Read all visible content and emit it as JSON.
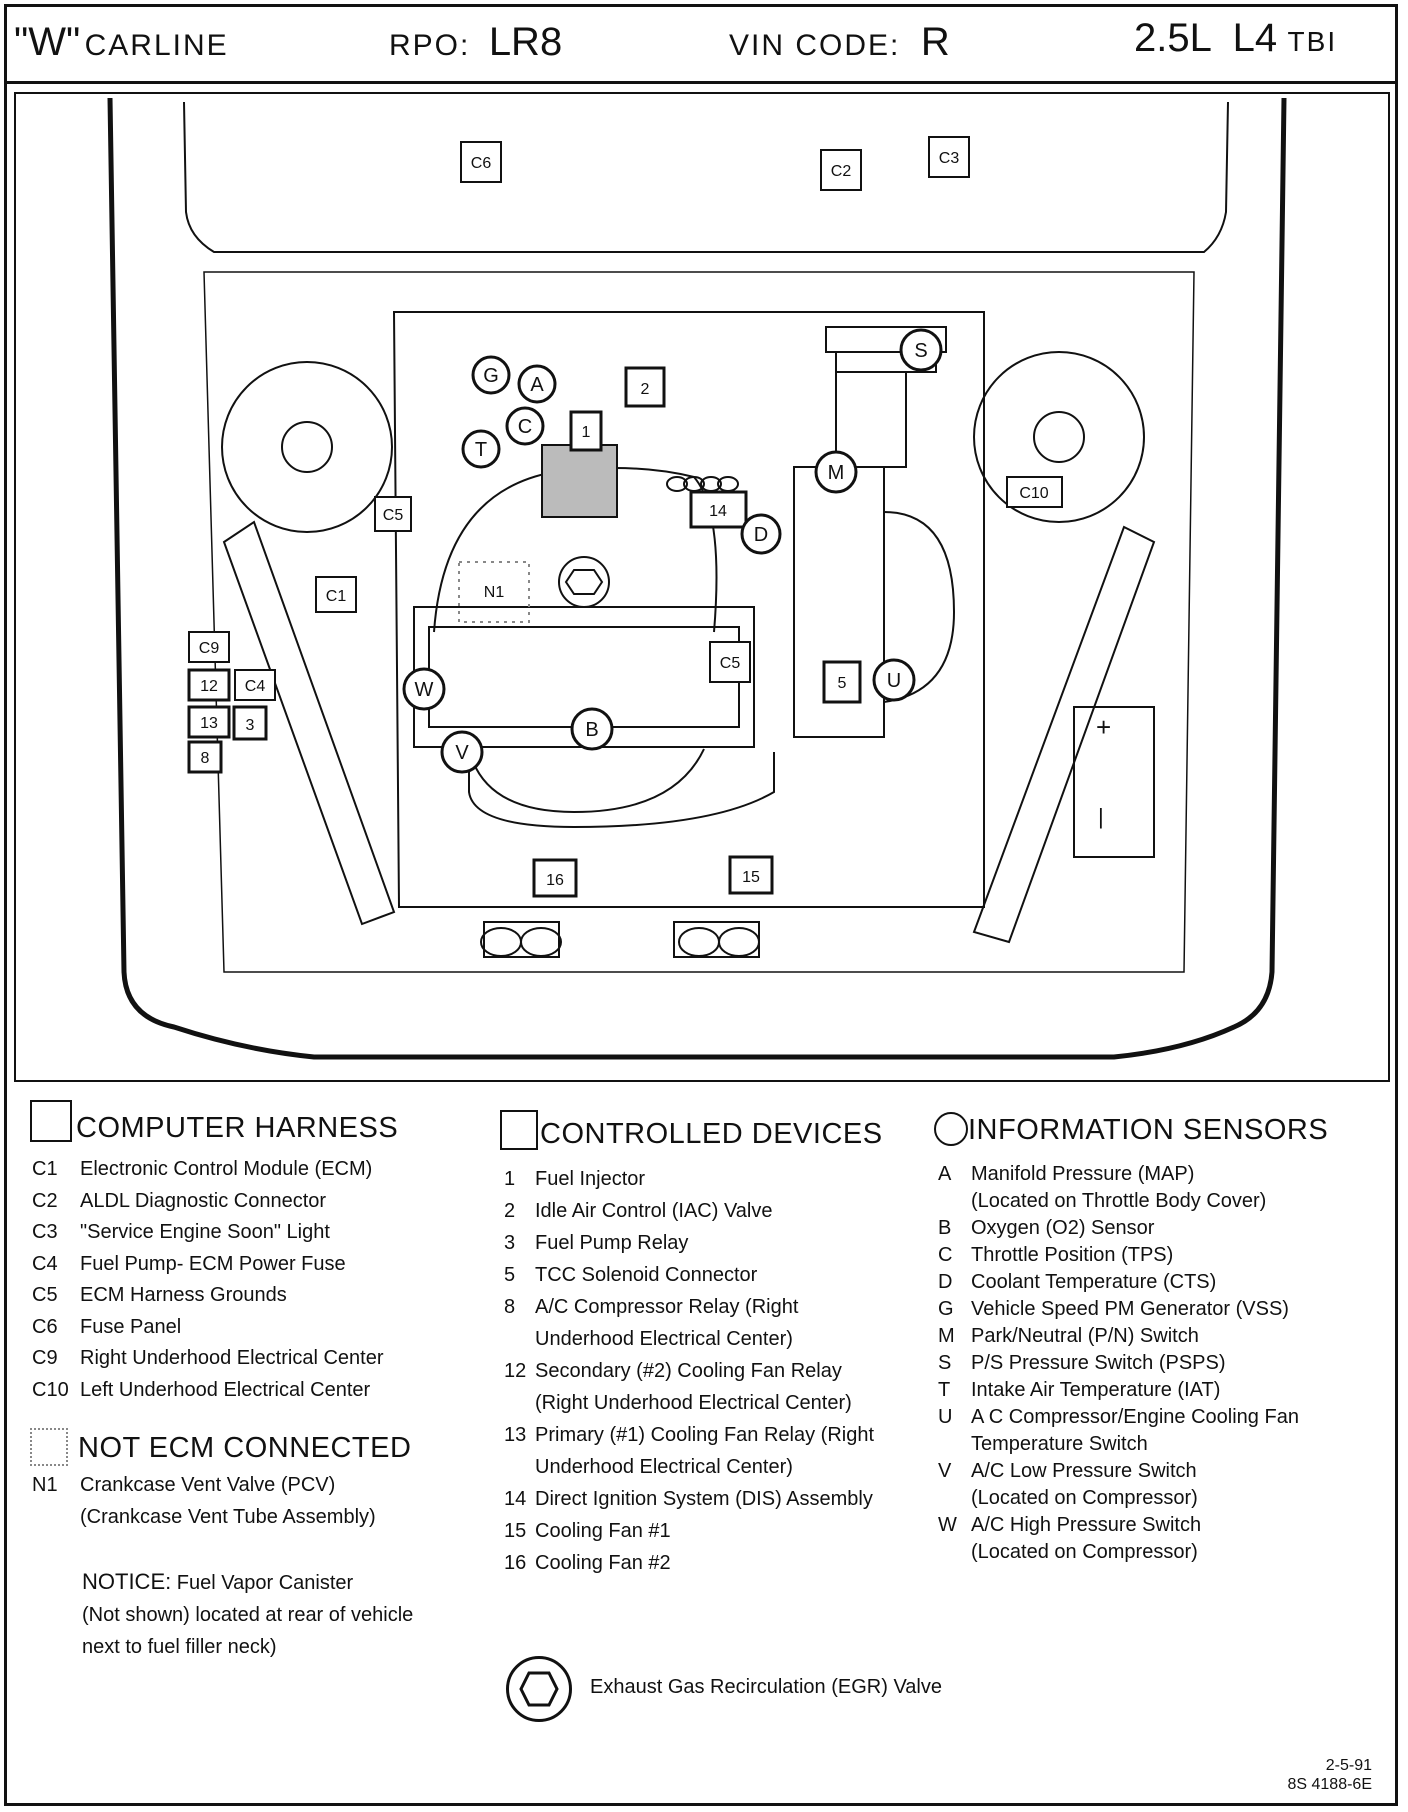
{
  "header": {
    "carline_prefix": "\"W\"",
    "carline_label": "CARLINE",
    "rpo_label": "RPO:",
    "rpo_value": "LR8",
    "vin_label": "VIN CODE:",
    "vin_value": "R",
    "engine_main": "2.5L  L4",
    "engine_suffix": "TBI"
  },
  "diagram_labels": {
    "c1": "C1",
    "c2": "C2",
    "c3": "C3",
    "c4": "C4",
    "c5a": "C5",
    "c5b": "C5",
    "c6": "C6",
    "c9": "C9",
    "c10": "C10",
    "n1": "N1",
    "d1": "1",
    "d2": "2",
    "d3": "3",
    "d5": "5",
    "d8": "8",
    "d12": "12",
    "d13": "13",
    "d14": "14",
    "d15": "15",
    "d16": "16",
    "sA": "A",
    "sB": "B",
    "sC": "C",
    "sD": "D",
    "sG": "G",
    "sM": "M",
    "sS": "S",
    "sT": "T",
    "sU": "U",
    "sV": "V",
    "sW": "W",
    "battery_plus": "+",
    "battery_minus": "|"
  },
  "legend": {
    "computer_harness": {
      "title": "COMPUTER HARNESS",
      "items": [
        {
          "code": "C1",
          "text": "Electronic Control Module (ECM)"
        },
        {
          "code": "C2",
          "text": "ALDL Diagnostic Connector"
        },
        {
          "code": "C3",
          "text": "\"Service Engine Soon\" Light"
        },
        {
          "code": "C4",
          "text": "Fuel Pump- ECM Power Fuse"
        },
        {
          "code": "C5",
          "text": "ECM Harness Grounds"
        },
        {
          "code": "C6",
          "text": "Fuse Panel"
        },
        {
          "code": "C9",
          "text": "Right Underhood  Electrical Center"
        },
        {
          "code": "C10",
          "text": "Left Underhood Electrical Center"
        }
      ]
    },
    "not_ecm": {
      "title": "NOT ECM CONNECTED",
      "items": [
        {
          "code": "N1",
          "text": "Crankcase Vent Valve (PCV)"
        },
        {
          "code": "",
          "text": "(Crankcase Vent Tube Assembly)"
        }
      ]
    },
    "notice": {
      "label": "NOTICE:",
      "line1": "Fuel Vapor Canister",
      "line2": "(Not shown) located at rear of vehicle",
      "line3": "next to fuel filler neck)"
    },
    "controlled_devices": {
      "title": "CONTROLLED DEVICES",
      "items": [
        {
          "code": "1",
          "text": "Fuel Injector"
        },
        {
          "code": "2",
          "text": "Idle Air Control (IAC) Valve"
        },
        {
          "code": "3",
          "text": "Fuel Pump Relay"
        },
        {
          "code": "5",
          "text": "TCC Solenoid Connector"
        },
        {
          "code": "8",
          "text": "A/C Compressor Relay (Right"
        },
        {
          "code": "",
          "text": "Underhood Electrical Center)"
        },
        {
          "code": "12",
          "text": "Secondary (#2) Cooling Fan Relay"
        },
        {
          "code": "",
          "text": "(Right  Underhood Electrical Center)"
        },
        {
          "code": "13",
          "text": "Primary (#1) Cooling Fan Relay (Right"
        },
        {
          "code": "",
          "text": "Underhood Electrical Center)"
        },
        {
          "code": "14",
          "text": "Direct Ignition System (DIS)  Assembly"
        },
        {
          "code": "15",
          "text": "Cooling Fan #1"
        },
        {
          "code": "16",
          "text": "Cooling Fan #2"
        }
      ]
    },
    "information_sensors": {
      "title": "INFORMATION SENSORS",
      "items": [
        {
          "code": "A",
          "text": "Manifold Pressure (MAP)"
        },
        {
          "code": "",
          "text": "(Located on Throttle Body Cover)"
        },
        {
          "code": "B",
          "text": "Oxygen (O2)  Sensor"
        },
        {
          "code": "C",
          "text": "Throttle Position (TPS)"
        },
        {
          "code": "D",
          "text": "Coolant Temperature (CTS)"
        },
        {
          "code": "G",
          "text": "Vehicle Speed PM Generator (VSS)"
        },
        {
          "code": "M",
          "text": "Park/Neutral (P/N) Switch"
        },
        {
          "code": "S",
          "text": "P/S Pressure Switch (PSPS)"
        },
        {
          "code": "T",
          "text": "Intake  Air Temperature (IAT)"
        },
        {
          "code": "U",
          "text": "A C Compressor/Engine Cooling Fan"
        },
        {
          "code": "",
          "text": "Temperature Switch"
        },
        {
          "code": "V",
          "text": "A/C Low Pressure Switch"
        },
        {
          "code": "",
          "text": "(Located on Compressor)"
        },
        {
          "code": "W",
          "text": "A/C High Pressure Switch"
        },
        {
          "code": "",
          "text": "(Located on Compressor)"
        }
      ]
    },
    "egr": {
      "text": "Exhaust Gas Recirculation  (EGR) Valve"
    }
  },
  "footer": {
    "date": "2-5-91",
    "code": "8S 4188-6E"
  }
}
